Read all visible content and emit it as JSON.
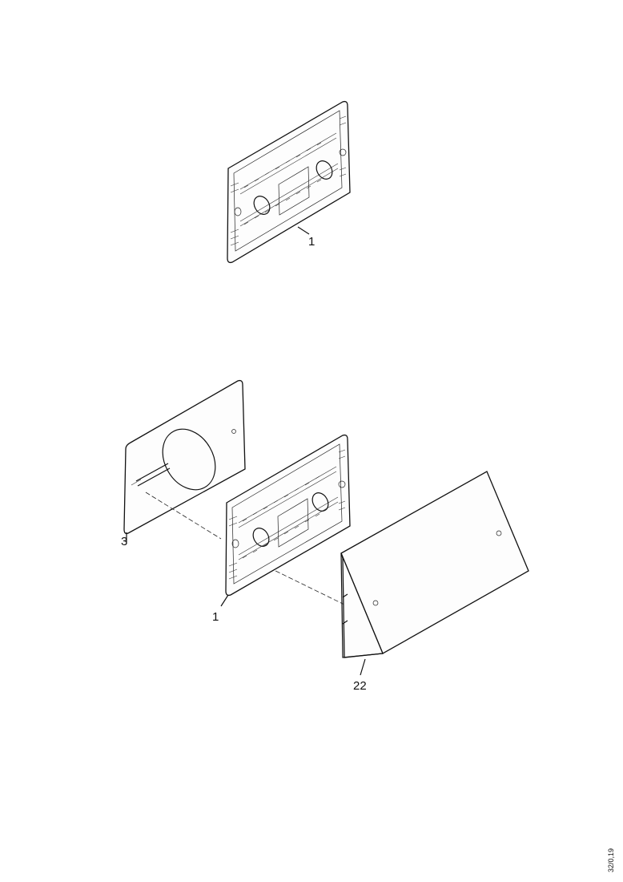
{
  "labels": {
    "top_panel": "1",
    "bottom_panel": "1",
    "back_plate": "3",
    "cover": "22"
  },
  "reference_code": "32/0,19"
}
